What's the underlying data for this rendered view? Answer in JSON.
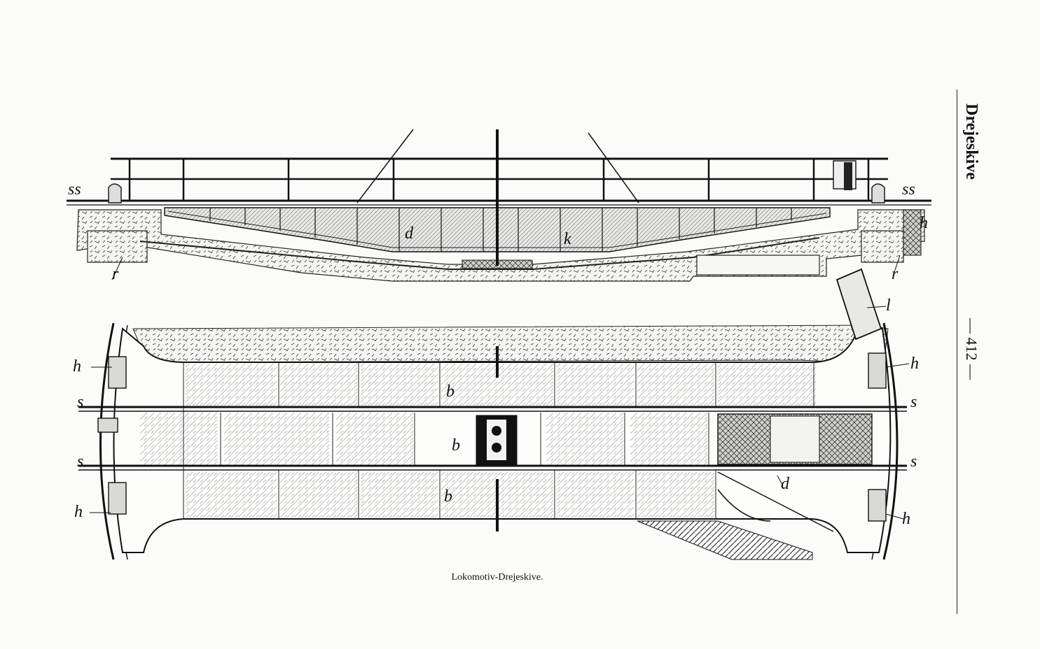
{
  "header": {
    "title": "Drejeskive",
    "page_number": "— 412 —"
  },
  "figure": {
    "caption": "Lokomotiv-Drejeskive.",
    "labels": {
      "ss": "ss",
      "r": "r",
      "h": "h",
      "d": "d",
      "k": "k",
      "l": "l",
      "s": "s",
      "b": "b"
    }
  }
}
